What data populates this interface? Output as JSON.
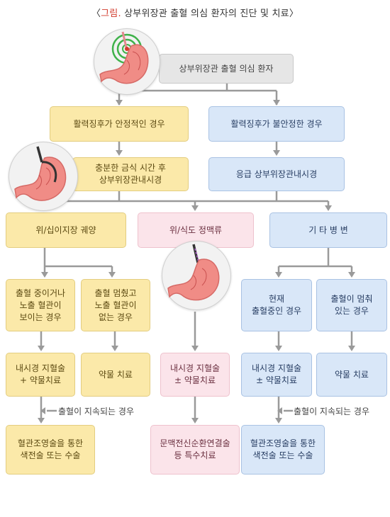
{
  "title": {
    "prefix": "〈",
    "accent": "그림.",
    "text": " 상부위장관 출혈 의심 환자의 진단 및 치료〉"
  },
  "nodes": {
    "top": "상부위장관 출혈 의심 환자",
    "stable": "활력징후가 안정적인 경우",
    "unstable": "활력징후가 불안정한 경우",
    "fasting": "충분한 금식 시간 후\n상부위장관내시경",
    "urgent": "응급 상부위장관내시경",
    "ulcer": "위/십이지장 궤양",
    "varix": "위/식도 정맥류",
    "other": "기 타 병 변",
    "ulcer_active": "출혈 중이거나\n노출 혈관이\n보이는 경우",
    "ulcer_stopped": "출혈 멈췄고\n노출 혈관이\n없는 경우",
    "other_active": "현재\n출혈중인 경우",
    "other_stopped": "출혈이 멈춰\n있는 경우",
    "ulcer_endo": "내시경 지혈술\n+ 약물치료",
    "ulcer_drug": "약물 치료",
    "varix_endo": "내시경 지혈술\n± 약물치료",
    "other_endo": "내시경 지혈술\n± 약물치료",
    "other_drug": "약물 치료",
    "ulcer_final": "혈관조영술을 통한\n색전술 또는 수술",
    "varix_final": "문맥전신순환연결술\n등 특수치료",
    "other_final": "혈관조영술을 통한\n색전술 또는 수술"
  },
  "notes": {
    "left": "출혈이 지속되는 경우",
    "right": "출혈이 지속되는 경우"
  },
  "colors": {
    "yellow": "#fbe9a9",
    "blue": "#d9e7f8",
    "pink": "#fbe4ea",
    "gray": "#e6e6e6",
    "arrow": "#9a9a9a",
    "accent": "#d23a2c",
    "stomach": "#f08c86"
  },
  "icons": [
    "stomach-bleeding-icon",
    "stomach-endoscope-icon",
    "stomach-varix-icon"
  ]
}
